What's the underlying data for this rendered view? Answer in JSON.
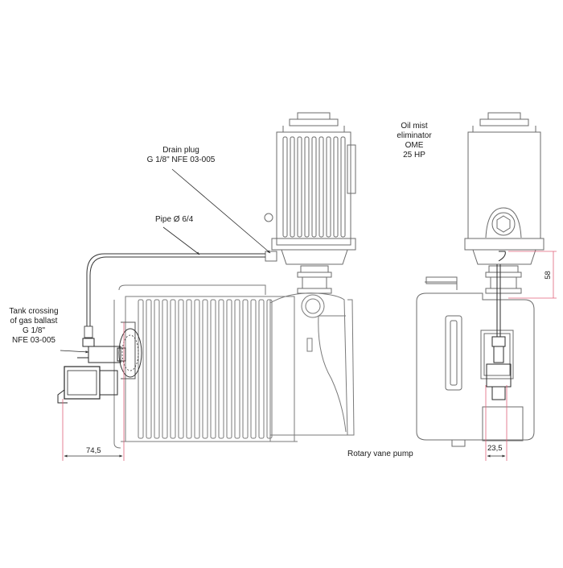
{
  "labels": {
    "oil_mist": [
      "Oil mist",
      "eliminator",
      "OME",
      "25 HP"
    ],
    "drain_plug": [
      "Drain plug",
      "G 1/8\" NFE 03-005"
    ],
    "pipe": "Pipe Ø 6/4",
    "tank_crossing": [
      "Tank crossing",
      "of gas ballast",
      "G 1/8\"",
      "NFE 03-005"
    ],
    "rotary_pump": "Rotary  vane pump"
  },
  "dimensions": {
    "left_width": "74,5",
    "right_width": "23,5",
    "height": "58"
  },
  "colors": {
    "line": "#6b6b6b",
    "dark_line": "#2a2a2a",
    "dimension": "#e0627a"
  }
}
